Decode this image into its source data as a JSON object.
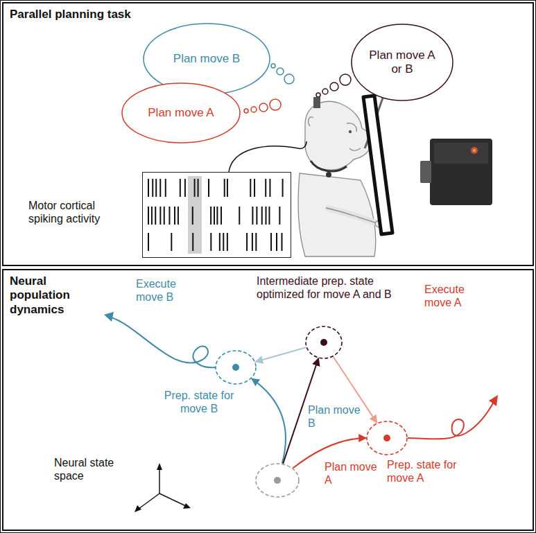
{
  "diagram": {
    "nodes": [
      {
        "text": [
          "Parallel planning task"
        ]
      },
      {
        "text": [
          "Plan move B"
        ],
        "in": 0
      },
      {
        "text": [
          "Plan move A"
        ],
        "in": 0
      },
      {
        "text": [
          "Plan move A or B"
        ],
        "in": 0
      },
      {
        "text": [
          "Motor cortical spiking activity"
        ],
        "in": 0
      },
      {
        "text": [
          "Neural population dynamics"
        ]
      },
      {
        "text": [],
        "in": 5
      },
      {
        "text": [
          "Intermediate prep. state optimized for move A and B"
        ],
        "in": 5
      },
      {
        "text": [
          "Prep. state for move B"
        ],
        "in": 5
      },
      {
        "text": [
          "Prep. state for move A"
        ],
        "in": 5
      }
    ],
    "edges": [
      {
        "from": 6,
        "to": 8,
        "arrow": "to",
        "label": "Plan move B"
      },
      {
        "from": 6,
        "to": 9,
        "arrow": "to",
        "label": "Plan move A"
      },
      {
        "from": 6,
        "to": 7,
        "arrow": "to"
      },
      {
        "from": 7,
        "to": 8,
        "arrow": "to"
      },
      {
        "from": 7,
        "to": 9,
        "arrow": "to"
      }
    ],
    "labels": [
      "Execute move B",
      "Execute move A",
      "Neural state space"
    ]
  }
}
